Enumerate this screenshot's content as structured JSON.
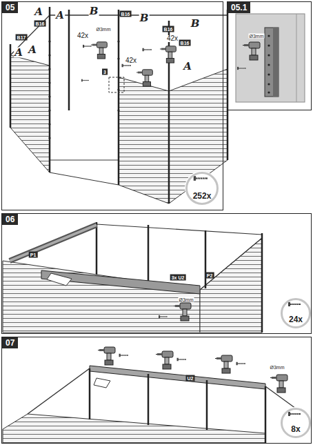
{
  "diagram": {
    "nodes": [
      {
        "text": [
          "05"
        ]
      },
      {
        "text": [
          "05.1"
        ]
      },
      {
        "text": [
          "06"
        ]
      },
      {
        "text": [
          "07"
        ]
      },
      {
        "text": [
          "252x"
        ],
        "in": 0
      },
      {
        "text": [
          "24x"
        ],
        "in": 2
      },
      {
        "text": [
          "8x"
        ],
        "in": 3
      }
    ],
    "labels": [
      "A",
      "A",
      "B",
      "B16",
      "B",
      "B16",
      "B",
      "B16",
      "B17",
      "A",
      "A",
      "B16",
      "A",
      "42x",
      "Ø3mm",
      "42x",
      "42x",
      "3",
      "Ø3mm",
      "P1",
      "3x U2",
      "P2",
      "Ø3mm",
      "U2",
      "Ø3mm"
    ]
  }
}
